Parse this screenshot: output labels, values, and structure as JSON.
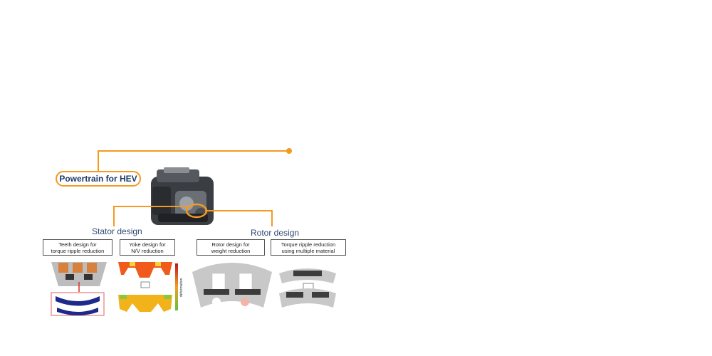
{
  "hev_label": "Powertrain for HEV",
  "stator": {
    "title": "Stator design",
    "teeth_box": "Teeth design for\ntorque ripple reduction",
    "yoke_box": "Yoke design for\nN/V reduction",
    "colorbar_label": "deformation"
  },
  "rotor": {
    "title": "Rotor design",
    "weight_box": "Rotor design for\nweight reduction",
    "material_box": "Torque ripple reduction\nusing multiple material"
  },
  "colors": {
    "accent": "#f39a1f",
    "title_text": "#1f3a68",
    "rotor_gray": "#c8c8c8",
    "stator_blue": "#1c2a8c"
  }
}
